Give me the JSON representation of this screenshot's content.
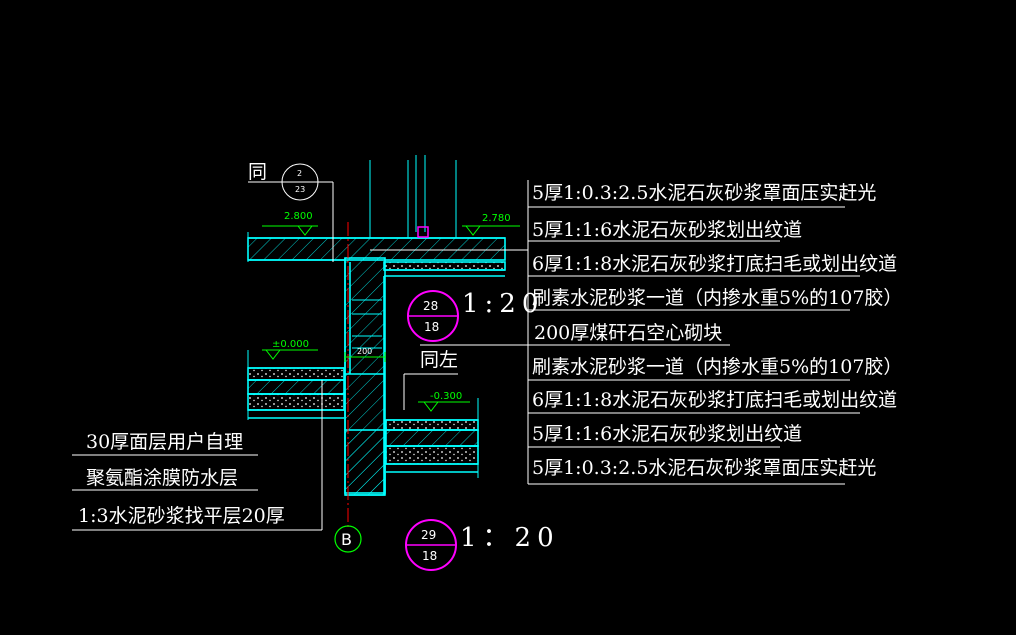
{
  "drawing": {
    "ref_top_label": "同",
    "ref_top_num": "2",
    "ref_top_den": "23",
    "elev_left_top": "2.800",
    "elev_right_top": "2.780",
    "elev_zero": "±0.000",
    "elev_minus": "-0.300",
    "dim_wall": "200",
    "same_left": "同左",
    "detail1_num": "28",
    "detail1_den": "18",
    "detail1_scale": "1:20",
    "detail2_num": "29",
    "detail2_den": "18",
    "detail2_scale": "1：20",
    "axis_label": "B"
  },
  "notes_right": [
    "5厚1:0.3:2.5水泥石灰砂浆罩面压实赶光",
    "5厚1:1:6水泥石灰砂浆划出纹道",
    "6厚1:1:8水泥石灰砂浆打底扫毛或划出纹道",
    "刷素水泥砂浆一道（内掺水重5%的107胶）",
    "200厚煤矸石空心砌块",
    "刷素水泥砂浆一道（内掺水重5%的107胶）",
    "6厚1:1:8水泥石灰砂浆打底扫毛或划出纹道",
    "5厚1:1:6水泥石灰砂浆划出纹道",
    "5厚1:0.3:2.5水泥石灰砂浆罩面压实赶光"
  ],
  "notes_left": [
    "30厚面层用户自理",
    "聚氨酯涂膜防水层",
    "1:3水泥砂浆找平层20厚"
  ],
  "colors": {
    "structure": "#00ffff",
    "leader": "#ffffff",
    "elevation": "#00ff00",
    "callout": "#ff00ff",
    "axis": "#ff0000"
  }
}
